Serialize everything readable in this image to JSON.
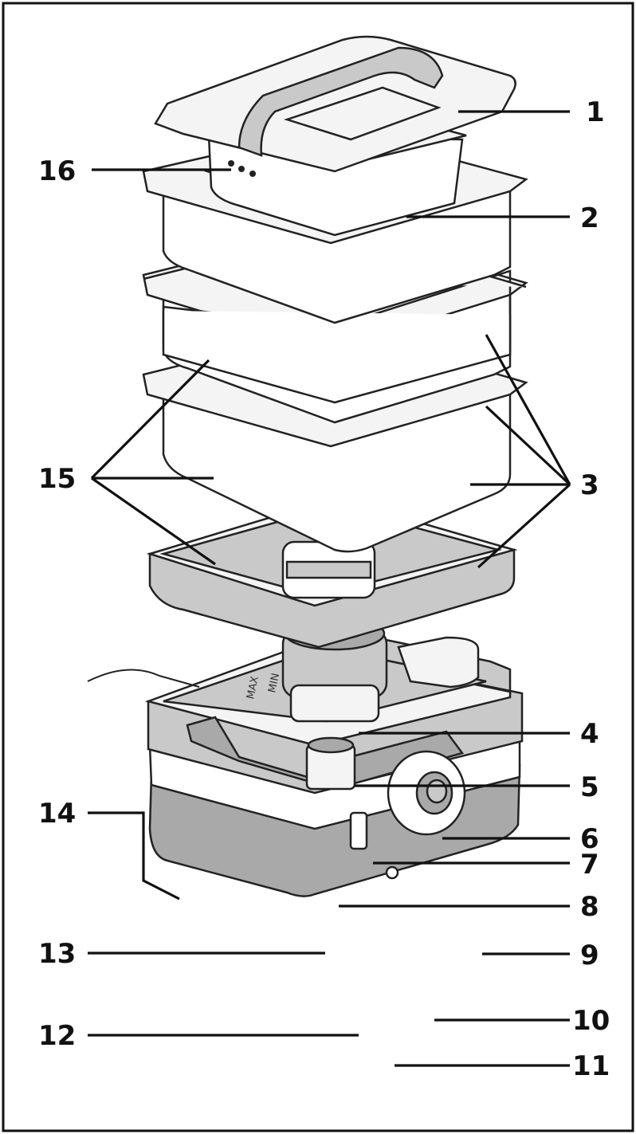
{
  "diagram": {
    "callouts": [
      {
        "id": "1",
        "label": "1"
      },
      {
        "id": "2",
        "label": "2"
      },
      {
        "id": "3",
        "label": "3"
      },
      {
        "id": "4",
        "label": "4"
      },
      {
        "id": "5",
        "label": "5"
      },
      {
        "id": "6",
        "label": "6"
      },
      {
        "id": "7",
        "label": "7"
      },
      {
        "id": "8",
        "label": "8"
      },
      {
        "id": "9",
        "label": "9"
      },
      {
        "id": "10",
        "label": "10"
      },
      {
        "id": "11",
        "label": "11"
      },
      {
        "id": "12",
        "label": "12"
      },
      {
        "id": "13",
        "label": "13"
      },
      {
        "id": "14",
        "label": "14"
      },
      {
        "id": "15",
        "label": "15"
      },
      {
        "id": "16",
        "label": "16"
      }
    ],
    "water_level_marks": [
      "MAX",
      "MIN"
    ]
  }
}
